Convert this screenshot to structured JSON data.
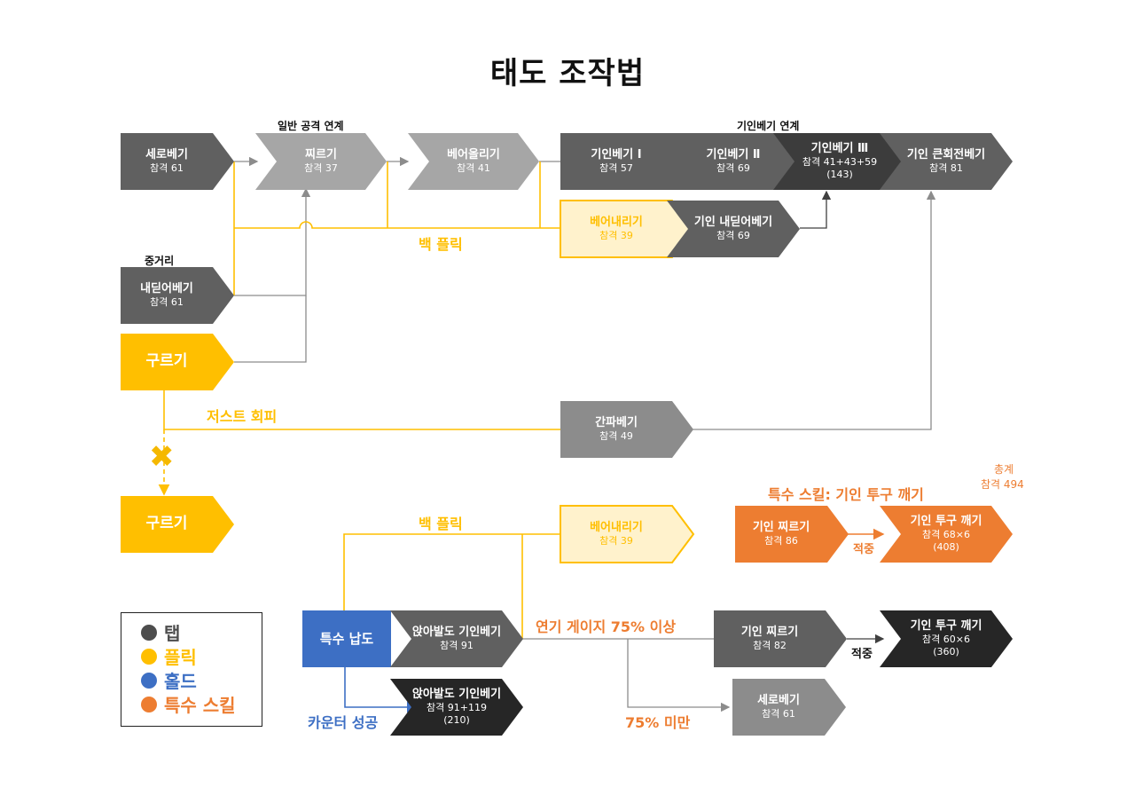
{
  "title": "태도 조작법",
  "colors": {
    "tap": "#4d4d4d",
    "flick": "#ffbf00",
    "hold": "#3d6fc4",
    "special": "#ed7d31",
    "gray_dark": "#606060",
    "gray_mid": "#8c8c8c",
    "gray_light": "#a6a6a6",
    "gray_black": "#262626",
    "pale_yellow": "#fff2cc"
  },
  "sections": {
    "normal_chain": "일반 공격 연계",
    "spirit_chain": "기인베기 연계",
    "mid_range": "중거리"
  },
  "labels": {
    "back_flick_1": "백 플릭",
    "just_evade": "저스트 회피",
    "back_flick_2": "백 플릭",
    "special_skill_title": "특수 스킬: 기인 투구 깨기",
    "total": "총계",
    "total_value": "참격 494",
    "stack_1": "적중",
    "gauge_over": "연기 게이지 75% 이상",
    "gauge_under": "75% 미만",
    "counter_success": "카운터 성공",
    "stack_2": "적중"
  },
  "nodes": {
    "serobegi": {
      "name": "세로베기",
      "sub": "참격 61"
    },
    "jjireugi": {
      "name": "찌르기",
      "sub": "참격 37"
    },
    "beoolligi": {
      "name": "베어올리기",
      "sub": "참격 41"
    },
    "giin1": {
      "name": "기인베기 Ⅰ",
      "sub": "참격 57"
    },
    "giin2": {
      "name": "기인베기 Ⅱ",
      "sub": "참격 69"
    },
    "giin3": {
      "name": "기인베기 Ⅲ",
      "sub": "참격 41+43+59",
      "sub2": "(143)"
    },
    "giin_keun": {
      "name": "기인 큰회전베기",
      "sub": "참격 81"
    },
    "beonaerigi": {
      "name": "베어내리기",
      "sub": "참격 39"
    },
    "giin_naeddid": {
      "name": "기인 내딛어베기",
      "sub": "참격 69"
    },
    "naeddid": {
      "name": "내딛어베기",
      "sub": "참격 61"
    },
    "gureugi1": {
      "name": "구르기"
    },
    "ganpa": {
      "name": "간파베기",
      "sub": "참격 49"
    },
    "gureugi2": {
      "name": "구르기"
    },
    "beonaerigi2": {
      "name": "베어내리기",
      "sub": "참격 39"
    },
    "sp_jjireugi": {
      "name": "기인 찌르기",
      "sub": "참격 86"
    },
    "sp_tugu": {
      "name": "기인 투구 깨기",
      "sub": "참격 68×6",
      "sub2": "(408)"
    },
    "teuksu": {
      "name": "특수 납도"
    },
    "anja": {
      "name": "앉아발도 기인베기",
      "sub": "참격 91"
    },
    "anja2": {
      "name": "앉아발도 기인베기",
      "sub": "참격 91+119",
      "sub2": "(210)"
    },
    "giin_jj2": {
      "name": "기인 찌르기",
      "sub": "참격 82"
    },
    "giin_tugu2": {
      "name": "기인 투구 깨기",
      "sub": "참격 60×6",
      "sub2": "(360)"
    },
    "serobegi2": {
      "name": "세로베기",
      "sub": "참격 61"
    }
  },
  "legend": [
    {
      "label": "탭",
      "color": "#4d4d4d"
    },
    {
      "label": "플릭",
      "color": "#ffbf00"
    },
    {
      "label": "홀드",
      "color": "#3d6fc4"
    },
    {
      "label": "특수 스킬",
      "color": "#ed7d31"
    }
  ]
}
